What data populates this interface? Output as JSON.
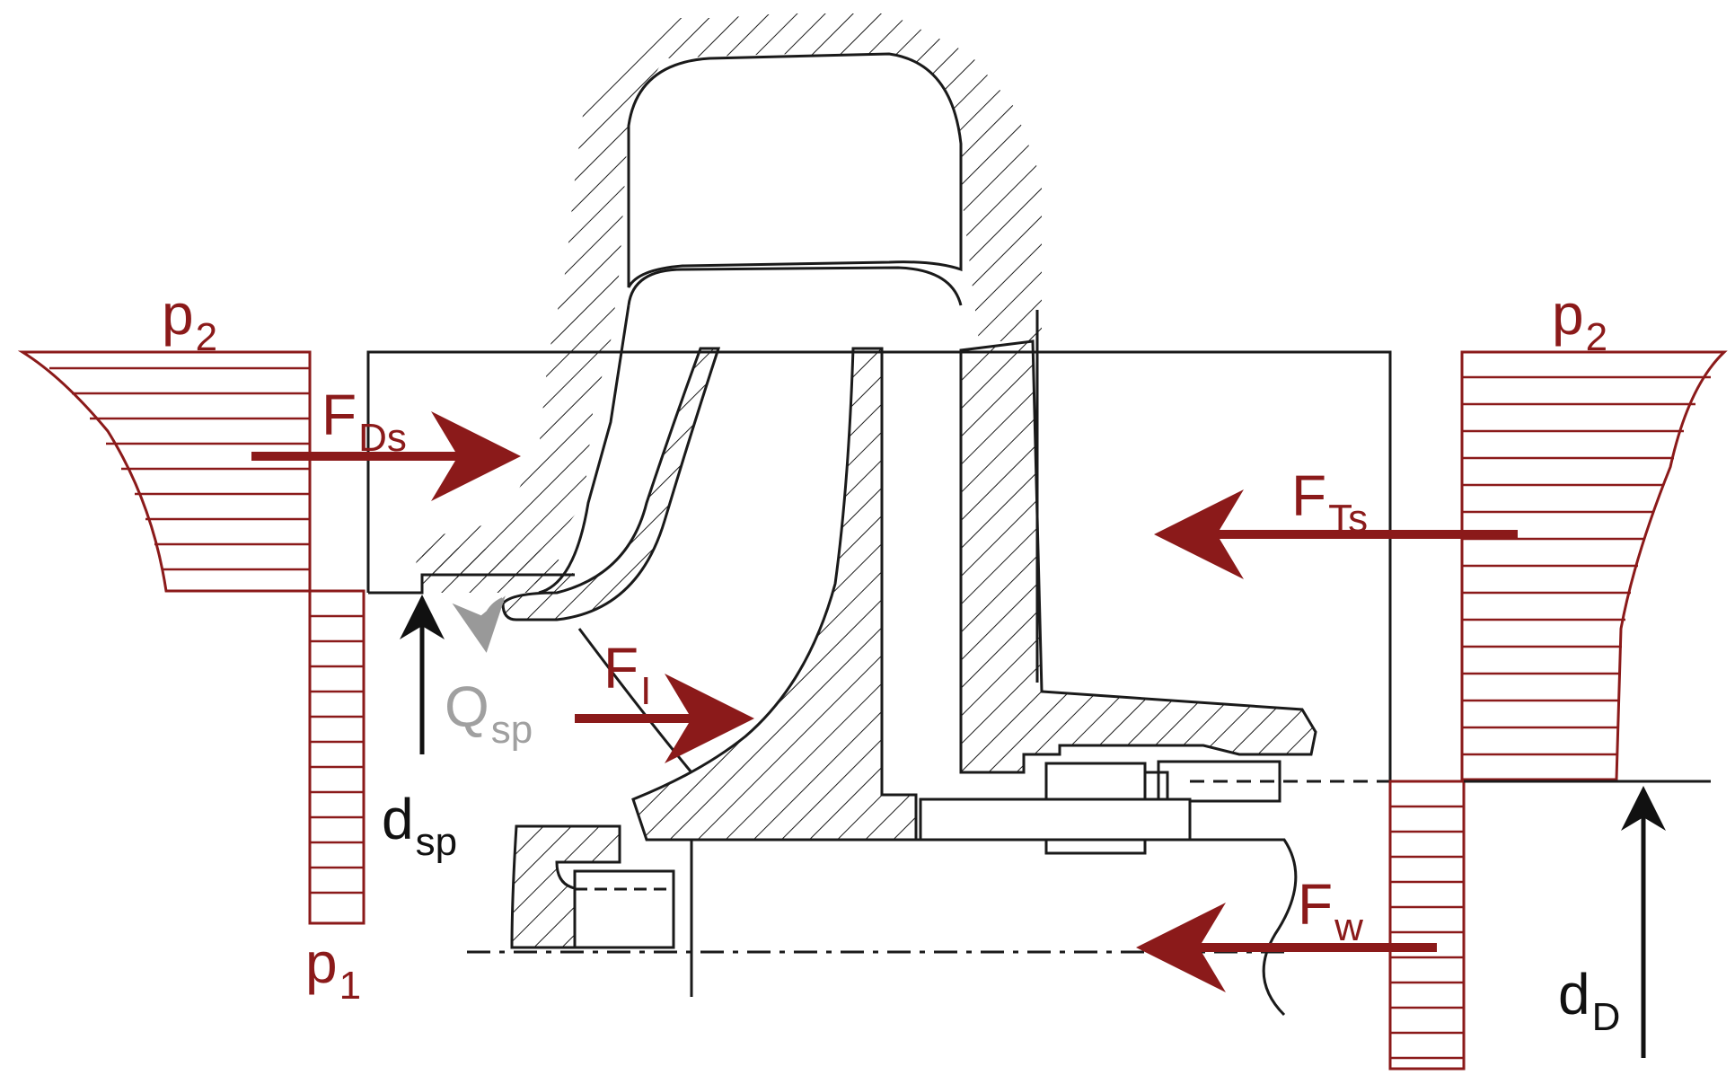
{
  "colors": {
    "pressure": "#8b1a1a",
    "leakage": "#a0a0a0",
    "outline": "#1a1a1a"
  },
  "labels": {
    "p2_left": {
      "main": "p",
      "sub": "2"
    },
    "p2_right": {
      "main": "p",
      "sub": "2"
    },
    "p1": {
      "main": "p",
      "sub": "1"
    },
    "FDs": {
      "main": "F",
      "sub": "Ds"
    },
    "FTs": {
      "main": "F",
      "sub": "Ts"
    },
    "FI": {
      "main": "F",
      "sub": "I"
    },
    "Fw": {
      "main": "F",
      "sub": "w"
    },
    "Qsp": {
      "main": "Q",
      "sub": "sp"
    },
    "dsp": {
      "main": "d",
      "sub": "sp"
    },
    "dD": {
      "main": "d",
      "sub": "D"
    }
  }
}
